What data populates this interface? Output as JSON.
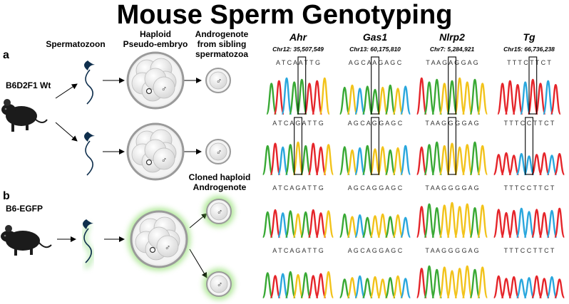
{
  "title": "Mouse Sperm Genotyping",
  "panels": {
    "a": {
      "letter": "a",
      "strain": "B6D2F1 Wt"
    },
    "b": {
      "letter": "b",
      "strain": "B6-EGFP"
    }
  },
  "stages": {
    "spermatozoon": "Spermatozoon",
    "haploid_line1": "Haploid",
    "haploid_line2": "Pseudo-embryo",
    "andro_line1": "Androgenote",
    "andro_line2": "from sibling",
    "andro_line3": "spermatozoa",
    "cloned_line1": "Cloned haploid",
    "cloned_line2": "Androgenote"
  },
  "male_symbol": "♂",
  "loci": [
    {
      "gene": "Ahr",
      "chr": "Chr12: 35,507,549",
      "rows": [
        "ATCAATTG",
        "ATCAGATTG",
        "ATCAGATTG",
        "ATCAGATTG"
      ]
    },
    {
      "gene": "Gas1",
      "chr": "Chr13: 60,175,810",
      "rows": [
        "AGCAAGAGC",
        "AGCAGGAGC",
        "AGCAGGAGC",
        "AGCAGGAGC"
      ]
    },
    {
      "gene": "Nlrp2",
      "chr": "Chr7: 5,284,921",
      "rows": [
        "TAAGAGGAG",
        "TAAGGGGAG",
        "TAAGGGGAG",
        "TAAGGGGAG"
      ]
    },
    {
      "gene": "Tg",
      "chr": "Chr15: 66,736,238",
      "rows": [
        "TTTCTTCT",
        "TTTCCTTCT",
        "TTTCCTTCT",
        "TTTCCTTCT"
      ]
    }
  ],
  "base_colors": {
    "A": "#39a935",
    "C": "#2aa7dd",
    "G": "#f2c31b",
    "T": "#e5252a"
  }
}
